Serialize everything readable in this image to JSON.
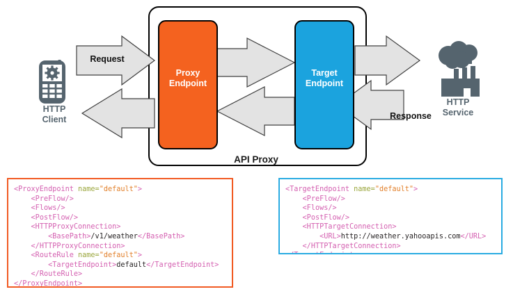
{
  "diagram": {
    "title": "API Proxy",
    "container_label": "API Proxy",
    "nodes": {
      "http_client": {
        "label": "HTTP\nClient",
        "icon": "mobile-phone-gear-icon",
        "color": "#55646e"
      },
      "proxy_endpoint": {
        "label": "Proxy\nEndpoint",
        "color": "#f4621f",
        "text_color": "#ffffff"
      },
      "target_endpoint": {
        "label": "Target\nEndpoint",
        "color": "#1ba3de",
        "text_color": "#ffffff"
      },
      "http_service": {
        "label": "HTTP\nService",
        "icon": "factory-cloud-icon",
        "color": "#55646e"
      }
    },
    "flows": {
      "request_label": "Request",
      "response_label": "Response",
      "arrow_fill": "#e3e3e3",
      "arrow_stroke": "#3f3f3f"
    }
  },
  "code_panels": {
    "proxy": {
      "border_color": "#f15a22",
      "lines": [
        [
          {
            "t": "tag",
            "v": "<ProxyEndpoint "
          },
          {
            "t": "attr",
            "v": "name="
          },
          {
            "t": "val",
            "v": "\"default\""
          },
          {
            "t": "tag",
            "v": ">"
          }
        ],
        [
          {
            "t": "txt",
            "v": "    "
          },
          {
            "t": "tag",
            "v": "<PreFlow/>"
          }
        ],
        [
          {
            "t": "txt",
            "v": "    "
          },
          {
            "t": "tag",
            "v": "<Flows/>"
          }
        ],
        [
          {
            "t": "txt",
            "v": "    "
          },
          {
            "t": "tag",
            "v": "<PostFlow/>"
          }
        ],
        [
          {
            "t": "txt",
            "v": "    "
          },
          {
            "t": "tag",
            "v": "<HTTPProxyConnection>"
          }
        ],
        [
          {
            "t": "txt",
            "v": "        "
          },
          {
            "t": "tag",
            "v": "<BasePath>"
          },
          {
            "t": "txt",
            "v": "/v1/weather"
          },
          {
            "t": "tag",
            "v": "</BasePath>"
          }
        ],
        [
          {
            "t": "txt",
            "v": "    "
          },
          {
            "t": "tag",
            "v": "</HTTPProxyConnection>"
          }
        ],
        [
          {
            "t": "txt",
            "v": "    "
          },
          {
            "t": "tag",
            "v": "<RouteRule "
          },
          {
            "t": "attr",
            "v": "name="
          },
          {
            "t": "val",
            "v": "\"default\""
          },
          {
            "t": "tag",
            "v": ">"
          }
        ],
        [
          {
            "t": "txt",
            "v": "        "
          },
          {
            "t": "tag",
            "v": "<TargetEndpoint>"
          },
          {
            "t": "txt",
            "v": "default"
          },
          {
            "t": "tag",
            "v": "</TargetEndpoint>"
          }
        ],
        [
          {
            "t": "txt",
            "v": "    "
          },
          {
            "t": "tag",
            "v": "</RouteRule>"
          }
        ],
        [
          {
            "t": "tag",
            "v": "</ProxyEndpoint>"
          }
        ]
      ]
    },
    "target": {
      "border_color": "#29abe2",
      "lines": [
        [
          {
            "t": "tag",
            "v": "<TargetEndpoint "
          },
          {
            "t": "attr",
            "v": "name="
          },
          {
            "t": "val",
            "v": "\"default\""
          },
          {
            "t": "tag",
            "v": ">"
          }
        ],
        [
          {
            "t": "txt",
            "v": "    "
          },
          {
            "t": "tag",
            "v": "<PreFlow/>"
          }
        ],
        [
          {
            "t": "txt",
            "v": "    "
          },
          {
            "t": "tag",
            "v": "<Flows/>"
          }
        ],
        [
          {
            "t": "txt",
            "v": "    "
          },
          {
            "t": "tag",
            "v": "<PostFlow/>"
          }
        ],
        [
          {
            "t": "txt",
            "v": "    "
          },
          {
            "t": "tag",
            "v": "<HTTPTargetConnection>"
          }
        ],
        [
          {
            "t": "txt",
            "v": "        "
          },
          {
            "t": "tag",
            "v": "<URL>"
          },
          {
            "t": "txt",
            "v": "http://weather.yahooapis.com"
          },
          {
            "t": "tag",
            "v": "</URL>"
          }
        ],
        [
          {
            "t": "txt",
            "v": "    "
          },
          {
            "t": "tag",
            "v": "</HTTPTargetConnection>"
          }
        ],
        [
          {
            "t": "tag",
            "v": "</TargetEndpoint>"
          }
        ]
      ]
    }
  }
}
